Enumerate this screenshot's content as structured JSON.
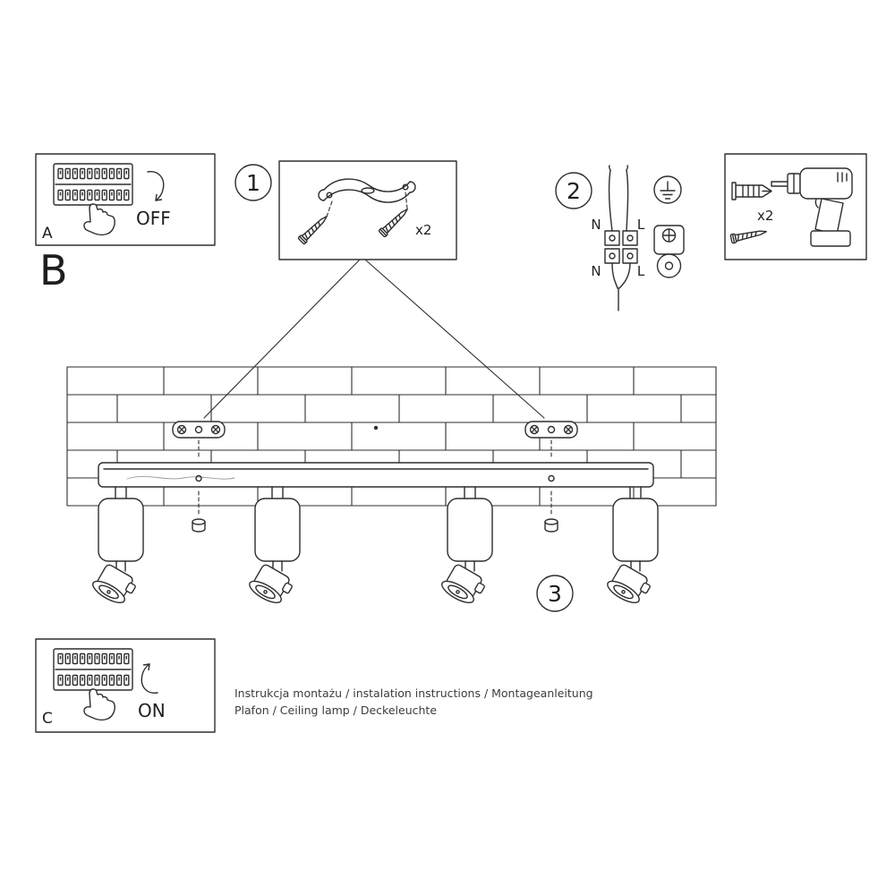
{
  "colors": {
    "ink": "#2e2e2e",
    "paper": "#ffffff"
  },
  "panel_a": {
    "label": "A",
    "state": "OFF"
  },
  "panel_c": {
    "label": "C",
    "state": "ON"
  },
  "section_label": "B",
  "step1": {
    "number": "1",
    "qty": "x2"
  },
  "step2": {
    "number": "2",
    "wire_labels": {
      "n_top": "N",
      "l_top": "L",
      "n_bottom": "N",
      "l_bottom": "L"
    }
  },
  "step3": {
    "number": "3"
  },
  "hardware": {
    "qty": "x2"
  },
  "footer": {
    "line1": "Instrukcja montażu / instalation instructions / Montageanleitung",
    "line2": "Plafon / Ceiling lamp / Deckeleuchte"
  }
}
